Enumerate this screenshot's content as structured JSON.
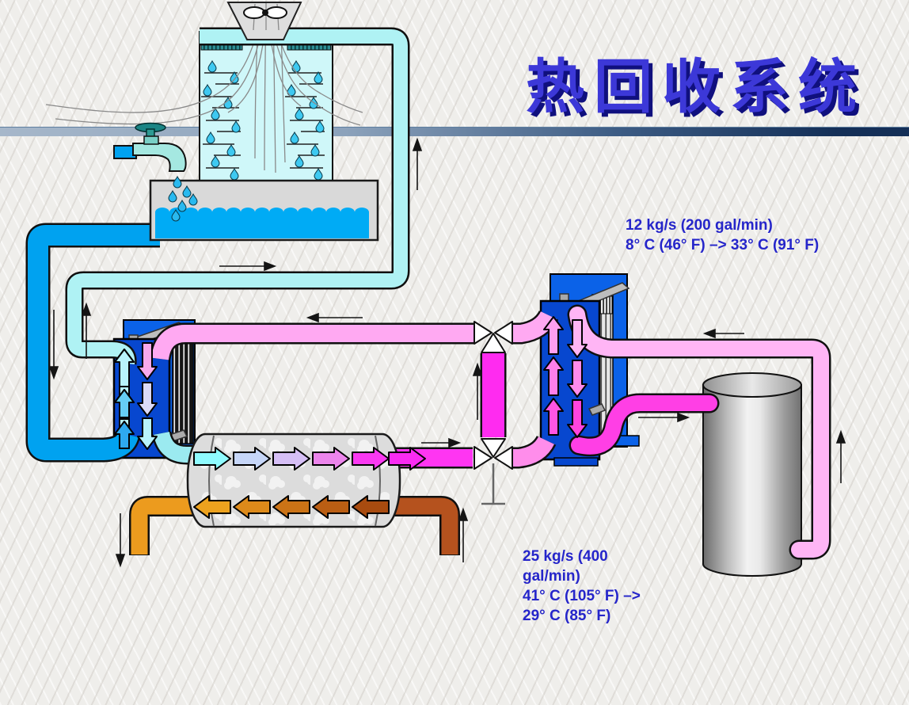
{
  "slide": {
    "title": "热回收系统",
    "title_color": "#3C38D8",
    "title_shadow_color": "#10107E",
    "rule_gradient": [
      "#A6B7CA",
      "#142F57"
    ]
  },
  "annotations": {
    "heated_water_loop": {
      "line1": "12 kg/s (200 gal/min)",
      "line2": "8° C (46° F) –> 33° C (91° F)",
      "color": "#2525CA"
    },
    "hot_water_loop": {
      "line1": "25 kg/s (400",
      "line2": "gal/min)",
      "line3": "41° C (105° F) –>",
      "line4": "29° C (85° F)",
      "color": "#2525CA"
    }
  },
  "diagram": {
    "components": [
      "cooling-tower",
      "cooling-tower-fan",
      "air-streamlines",
      "water-faucet",
      "collection-basin",
      "plate-heat-exchanger-left",
      "plate-heat-exchanger-right",
      "shell-and-tube-condenser",
      "storage-tank",
      "three-way-valve-top",
      "three-way-valve-bottom",
      "bypass-pipe",
      "drain-symbol"
    ],
    "flow_colors": {
      "cold_cooling_water": "#00A2F0",
      "warm_cooling_water": "#AFF2F4",
      "recovered_water_cold": "#8FFBFF",
      "recovered_water_hot": "#FA2BF2",
      "recovery_loop_pink": "#FFB5F5",
      "condenser_water_hot": "#B5521E",
      "condenser_water_cooled": "#EC9B1E"
    }
  }
}
